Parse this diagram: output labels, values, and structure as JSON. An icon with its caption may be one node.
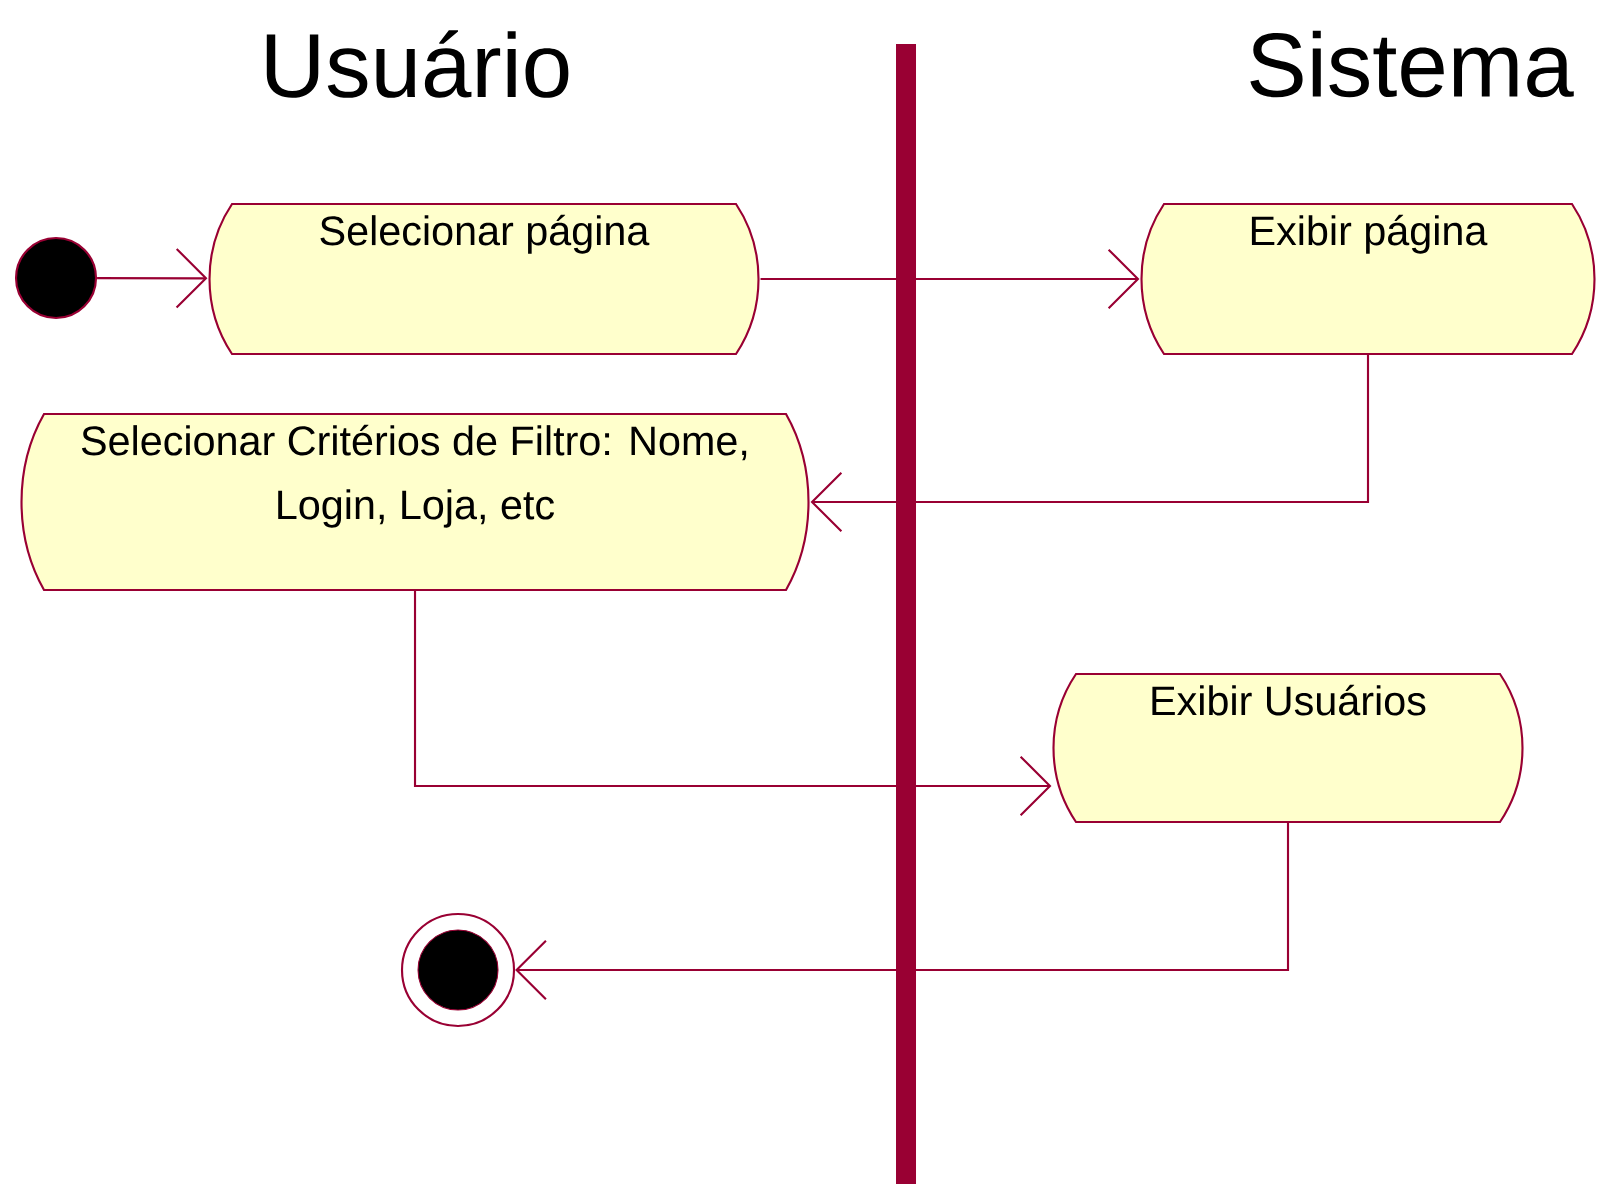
{
  "diagram": {
    "nodes": [
      {
        "text": [],
        "shape": "circle"
      },
      {
        "text": [
          "Selecionar página"
        ]
      },
      {
        "text": [
          "Exibir página"
        ]
      },
      {
        "text": [
          "Selecionar Critérios de Filtro: Nome, Login, Loja, etc"
        ]
      },
      {
        "text": [
          "Exibir Usuários"
        ]
      },
      {
        "text": [],
        "shape": "circle"
      }
    ],
    "edges": [
      {
        "from": 0,
        "to": 1,
        "arrow": "to"
      },
      {
        "from": 1,
        "to": 2,
        "arrow": "to"
      },
      {
        "from": 2,
        "to": 3,
        "arrow": "to"
      },
      {
        "from": 3,
        "to": 4,
        "arrow": "to"
      },
      {
        "from": 4,
        "to": 5,
        "arrow": "to"
      }
    ],
    "labels": [
      "Usuário",
      "Sistema"
    ]
  }
}
